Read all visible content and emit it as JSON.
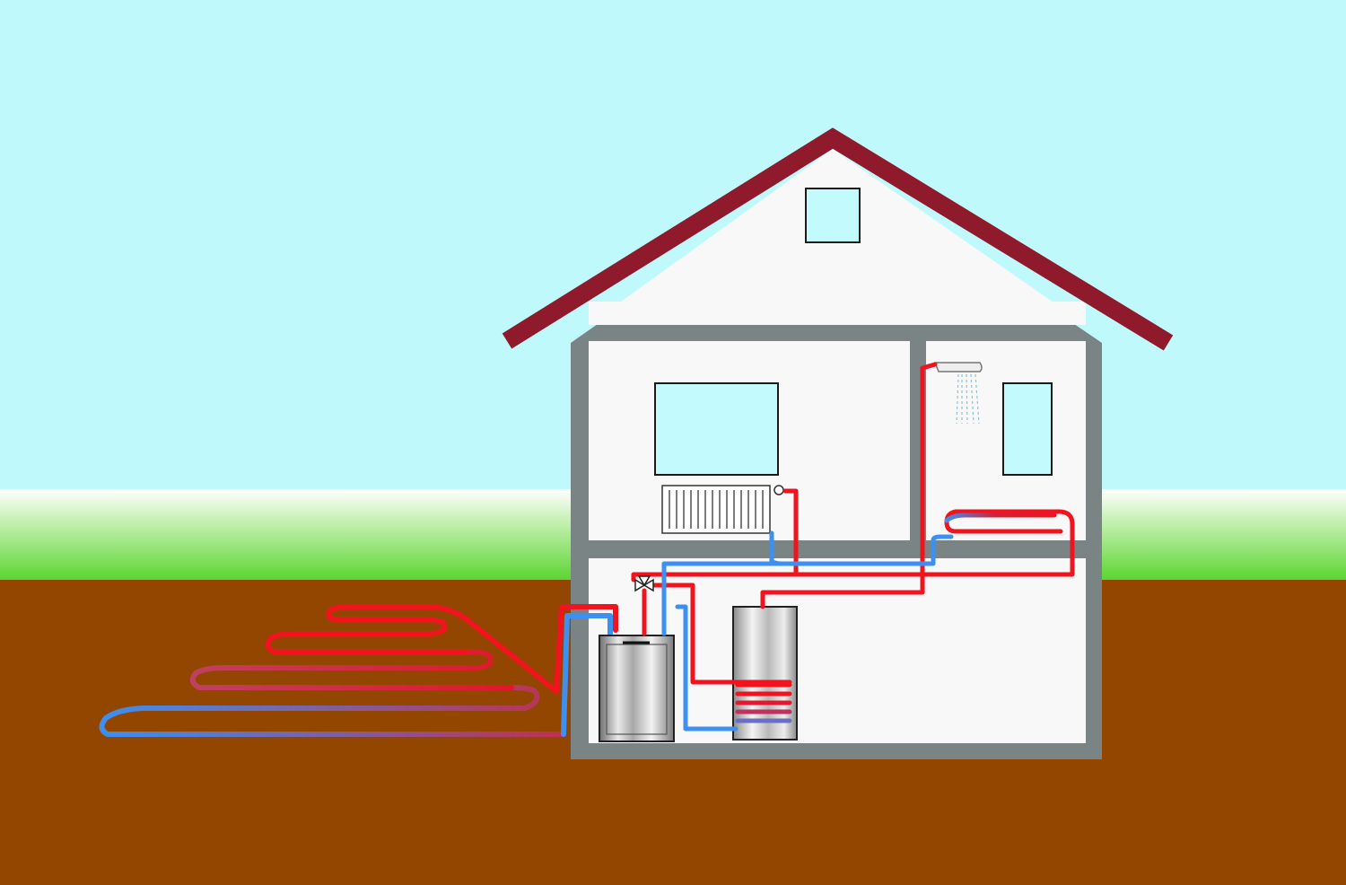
{
  "diagram": {
    "subject": "ground-source-heat-pump-house",
    "colors": {
      "sky": "#bff9fc",
      "grass_top": "#ffffff",
      "grass_bottom": "#56d42a",
      "soil": "#934600",
      "roof": "#8e1a2c",
      "wall": "#7b8484",
      "interior": "#f8f8f8",
      "window_fill": "#c2fafd",
      "hot_pipe": "#f0141e",
      "cold_pipe": "#3d8ff0"
    },
    "components": [
      "heat-pump-unit",
      "hot-water-tank",
      "radiator",
      "underfloor-heating-loop",
      "ground-collector-loop",
      "shower-head",
      "three-way-valve"
    ]
  }
}
